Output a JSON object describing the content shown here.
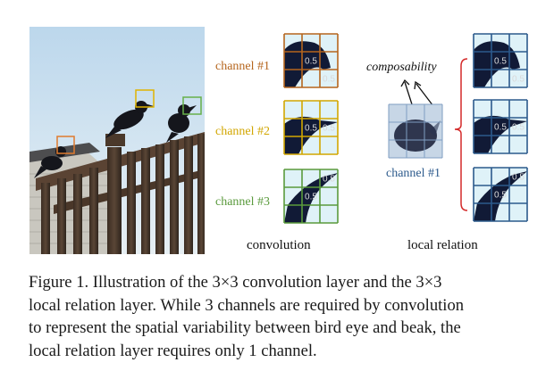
{
  "figure": {
    "conv_channels": [
      {
        "label": "channel #1",
        "color": "#b5651d",
        "cells": [
          {
            "row": 1,
            "col": 1,
            "text": "0.5"
          },
          {
            "row": 2,
            "col": 2,
            "text": "0.5"
          }
        ]
      },
      {
        "label": "channel #2",
        "color": "#d2a600",
        "cells": [
          {
            "row": 1,
            "col": 1,
            "text": "0.5"
          },
          {
            "row": 1,
            "col": 2,
            "text": "0.5"
          }
        ]
      },
      {
        "label": "channel #3",
        "color": "#5a9a3c",
        "cells": [
          {
            "row": 0,
            "col": 2,
            "text": "0.5"
          },
          {
            "row": 1,
            "col": 1,
            "text": "0.5"
          }
        ]
      }
    ],
    "local_relation": {
      "channel_label": "channel #1",
      "composability_label": "composability",
      "grid_color": "#2c5a8c",
      "bracket_color": "#d42a2a",
      "outputs": [
        {
          "cells": [
            {
              "row": 1,
              "col": 1,
              "text": "0.5"
            },
            {
              "row": 2,
              "col": 2,
              "text": "0.5"
            }
          ]
        },
        {
          "cells": [
            {
              "row": 1,
              "col": 1,
              "text": "0.5"
            },
            {
              "row": 1,
              "col": 2,
              "text": "0.5"
            }
          ]
        },
        {
          "cells": [
            {
              "row": 0,
              "col": 2,
              "text": "0.5"
            },
            {
              "row": 1,
              "col": 1,
              "text": "0.5"
            }
          ]
        }
      ]
    },
    "label_convolution": "convolution",
    "label_local_relation": "local relation"
  },
  "caption": {
    "lines": [
      "Figure 1. Illustration of the 3×3 convolution layer and the 3×3",
      "local relation layer. While 3 channels are required by convolution",
      "to represent the spatial variability between bird eye and beak, the",
      "local relation layer requires only 1 channel."
    ]
  }
}
